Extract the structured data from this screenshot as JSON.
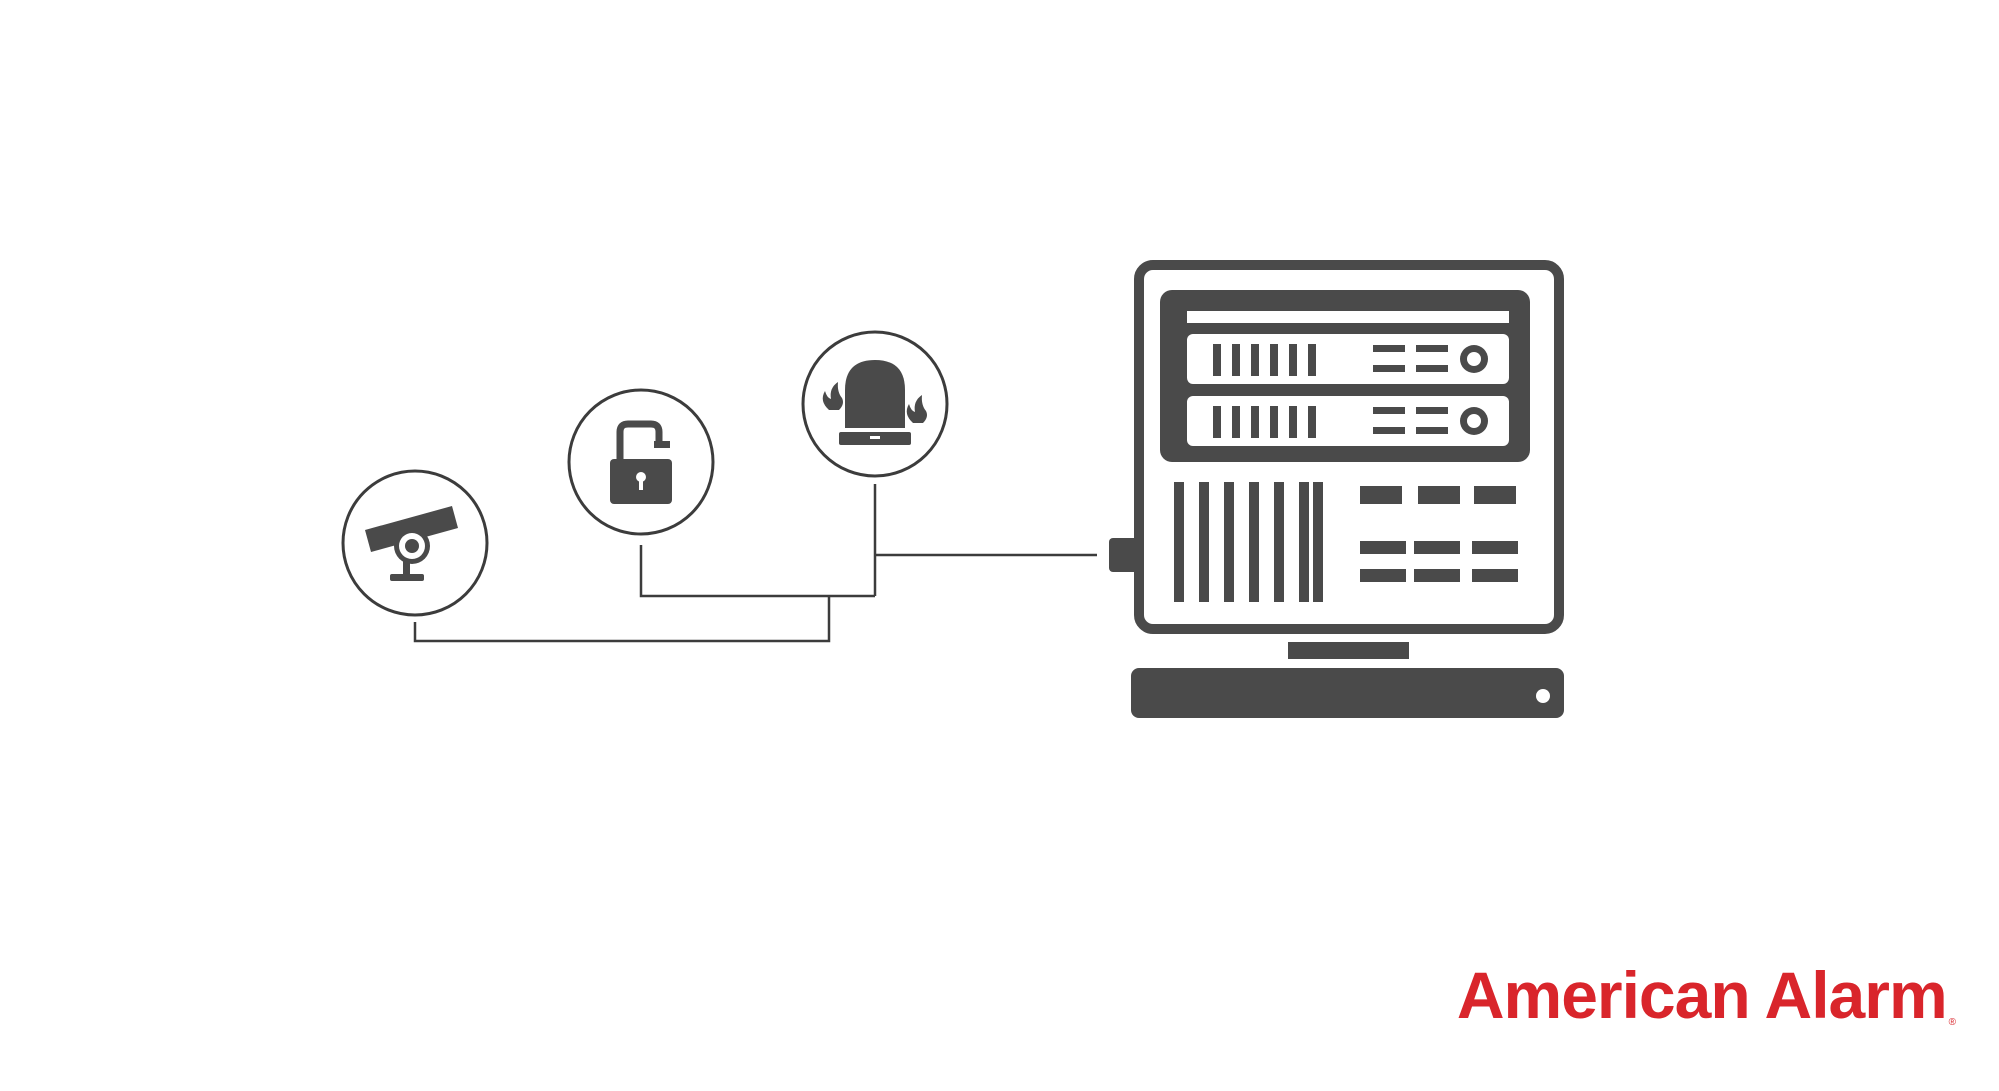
{
  "diagram": {
    "nodes": [
      {
        "id": "camera",
        "icon": "security-camera-icon"
      },
      {
        "id": "lock",
        "icon": "unlocked-padlock-icon"
      },
      {
        "id": "fire-alarm",
        "icon": "fire-alarm-icon"
      },
      {
        "id": "control-panel",
        "icon": "monitoring-server-icon"
      }
    ],
    "edges": [
      {
        "from": "camera",
        "to": "control-panel"
      },
      {
        "from": "lock",
        "to": "control-panel"
      },
      {
        "from": "fire-alarm",
        "to": "control-panel"
      }
    ]
  },
  "brand": {
    "name": "American Alarm",
    "mark": "®"
  },
  "colors": {
    "icon": "#4a4a4a",
    "line": "#3c3c3c",
    "brand": "#d9252b",
    "background": "#ffffff"
  }
}
